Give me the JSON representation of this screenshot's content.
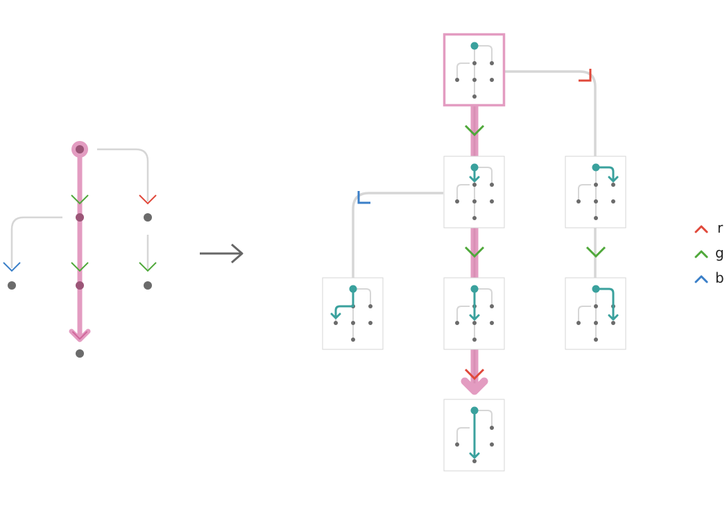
{
  "colors": {
    "red": "#e0483a",
    "green": "#4fa83a",
    "blue": "#3a7fc8",
    "highlight": "#e39cc1",
    "teal": "#3aa19d",
    "node": "#6b6b6b",
    "edge": "#d6d6d6",
    "arrow": "#666666"
  },
  "legend": [
    {
      "label": "r",
      "color_key": "red"
    },
    {
      "label": "g",
      "color_key": "green"
    },
    {
      "label": "b",
      "color_key": "blue"
    }
  ]
}
